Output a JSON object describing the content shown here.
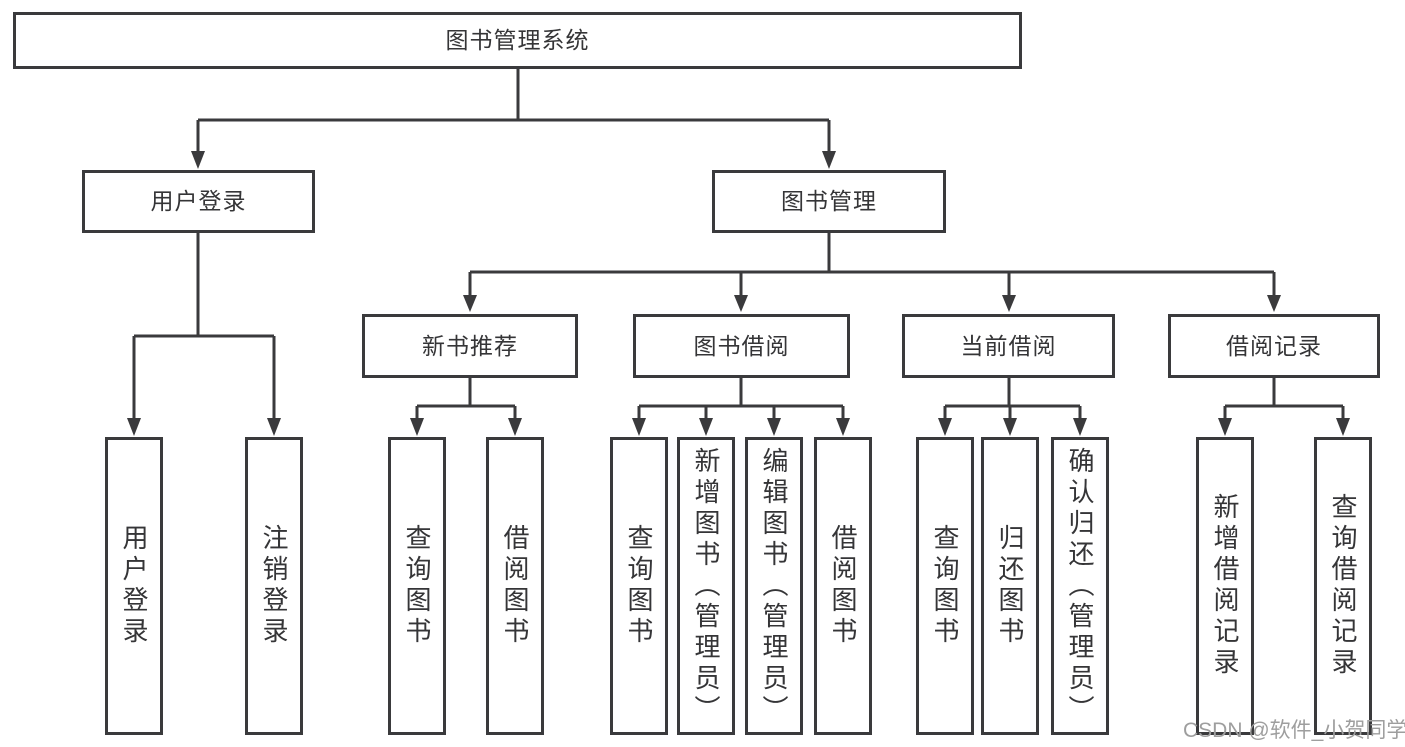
{
  "colors": {
    "line": "#3a3a3c",
    "text": "#353537",
    "background": "#ffffff",
    "watermark": "#9e9e9e"
  },
  "watermark": "CSDN @软件_小贺同学",
  "diagram": {
    "root": {
      "label": "图书管理系统"
    },
    "level2": [
      {
        "id": "user-login",
        "label": "用户登录"
      },
      {
        "id": "book-management",
        "label": "图书管理"
      }
    ],
    "level3": [
      {
        "id": "new-book-recommendation",
        "label": "新书推荐"
      },
      {
        "id": "book-borrowing",
        "label": "图书借阅"
      },
      {
        "id": "current-borrowing",
        "label": "当前借阅"
      },
      {
        "id": "borrowing-records",
        "label": "借阅记录"
      }
    ],
    "level4": {
      "user_login": [
        "用户登录",
        "注销登录"
      ],
      "new_book_recommendation": [
        "查询图书",
        "借阅图书"
      ],
      "book_borrowing": [
        "查询图书",
        "新增图书（管理员）",
        "编辑图书（管理员）",
        "借阅图书"
      ],
      "current_borrowing": [
        "查询图书",
        "归还图书",
        "确认归还（管理员）"
      ],
      "borrowing_records": [
        "新增借阅记录",
        "查询借阅记录"
      ]
    }
  }
}
